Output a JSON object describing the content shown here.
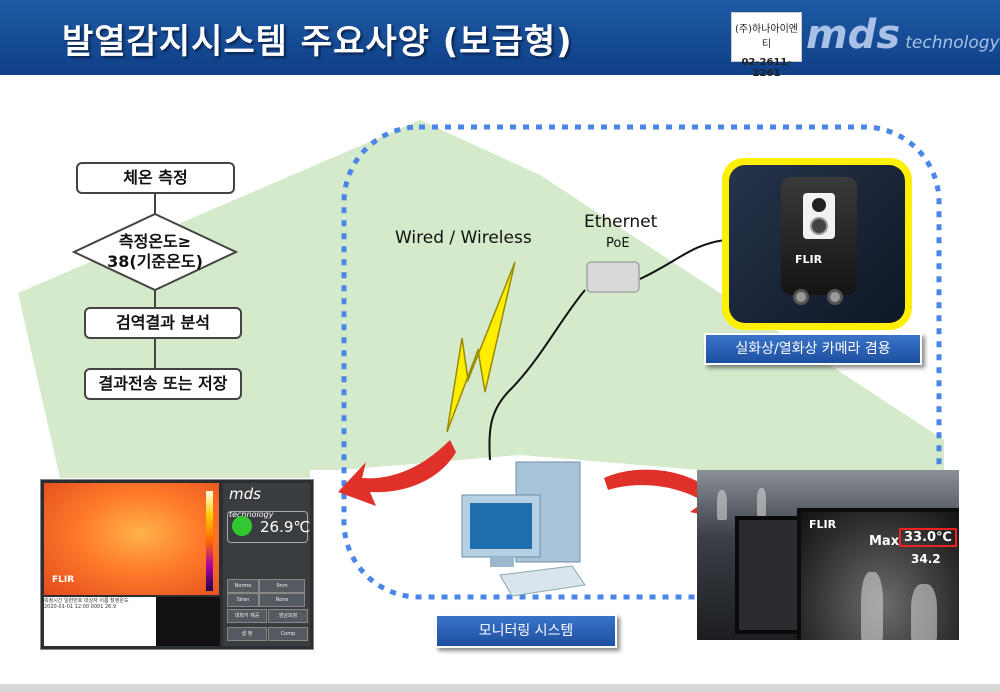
{
  "header": {
    "title": "발열감지시스템 주요사양 (보급형)",
    "contact_company": "(주)하나아이엔티",
    "contact_phone": "02-2611-2261",
    "logo_main": "mds",
    "logo_sub": "technology"
  },
  "flowchart": {
    "step1": "체온 측정",
    "decision_line1": "측정온도≥",
    "decision_line2": "38(기준온도)",
    "step3": "검역결과 분석",
    "step4": "결과전송 또는 저장"
  },
  "network": {
    "wired_wireless": "Wired / Wireless",
    "ethernet": "Ethernet",
    "poe": "PoE"
  },
  "camera": {
    "brand": "FLIR",
    "label": "실화상/열화상 카메라 겸용"
  },
  "monitoring": {
    "label": "모니터링 시스템"
  },
  "app_screenshot": {
    "logo_main": "mds",
    "logo_sub": "technology",
    "temperature": "26.9℃",
    "flir_badge": "FLIR",
    "btn_labels": [
      "설 정",
      "Comp",
      "대피카 제공",
      "영상보정"
    ],
    "field_labels": [
      "Norme",
      "Siren",
      "9nm",
      "None"
    ],
    "table_rows": [
      "측정시간 일련번호 대상자 이름 촬영온도",
      "2020-01-01 12:00 0001 26.9",
      ""
    ]
  },
  "monitor_photo": {
    "brand": "FLIR",
    "max_label": "Max",
    "max_value": "33.0℃",
    "min_value": "34.2"
  },
  "colors": {
    "header_blue": "#1e5aa5",
    "green_plane": "#cfe8c4",
    "dotted_blue": "#4a86e8",
    "camera_frame": "#ffef00",
    "arrow_red": "#e0302a"
  }
}
